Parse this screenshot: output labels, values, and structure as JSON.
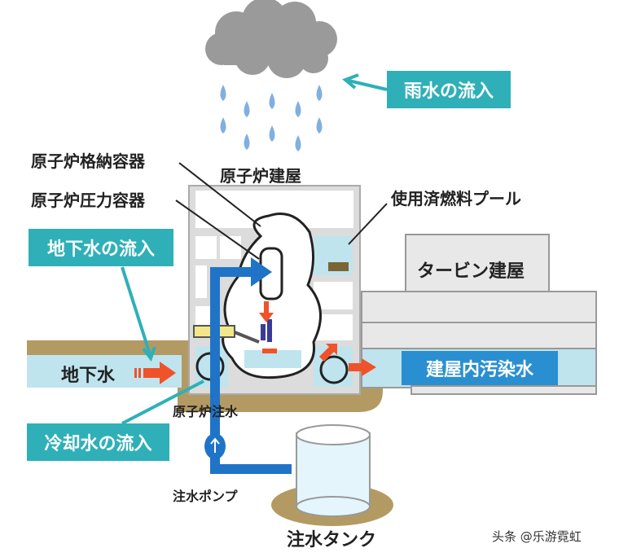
{
  "labels": {
    "containment_vessel": "原子炉格納容器",
    "pressure_vessel": "原子炉圧力容器",
    "reactor_building": "原子炉建屋",
    "spent_fuel_pool": "使用済燃料プール",
    "turbine_building": "タービン建屋",
    "groundwater": "地下水",
    "reactor_injection": "原子炉注水",
    "injection_pump": "注水ポンプ",
    "injection_tank": "注水タンク"
  },
  "callouts": {
    "rain_inflow": "雨水の流入",
    "groundwater_inflow": "地下水の流入",
    "cooling_water_inflow": "冷却水の流入",
    "contaminated_water": "建屋内汚染水"
  },
  "watermark": "头条 @乐游霓虹",
  "colors": {
    "teal": "#2fb0b8",
    "blue_pipe": "#1f74c8",
    "water": "#bfe4ee",
    "soil": "#b39a63",
    "orange_arrow": "#f0522a",
    "cloud": "#9a9a9a",
    "raindrop": "#7fb0e0",
    "building": "#e6e6e6"
  }
}
